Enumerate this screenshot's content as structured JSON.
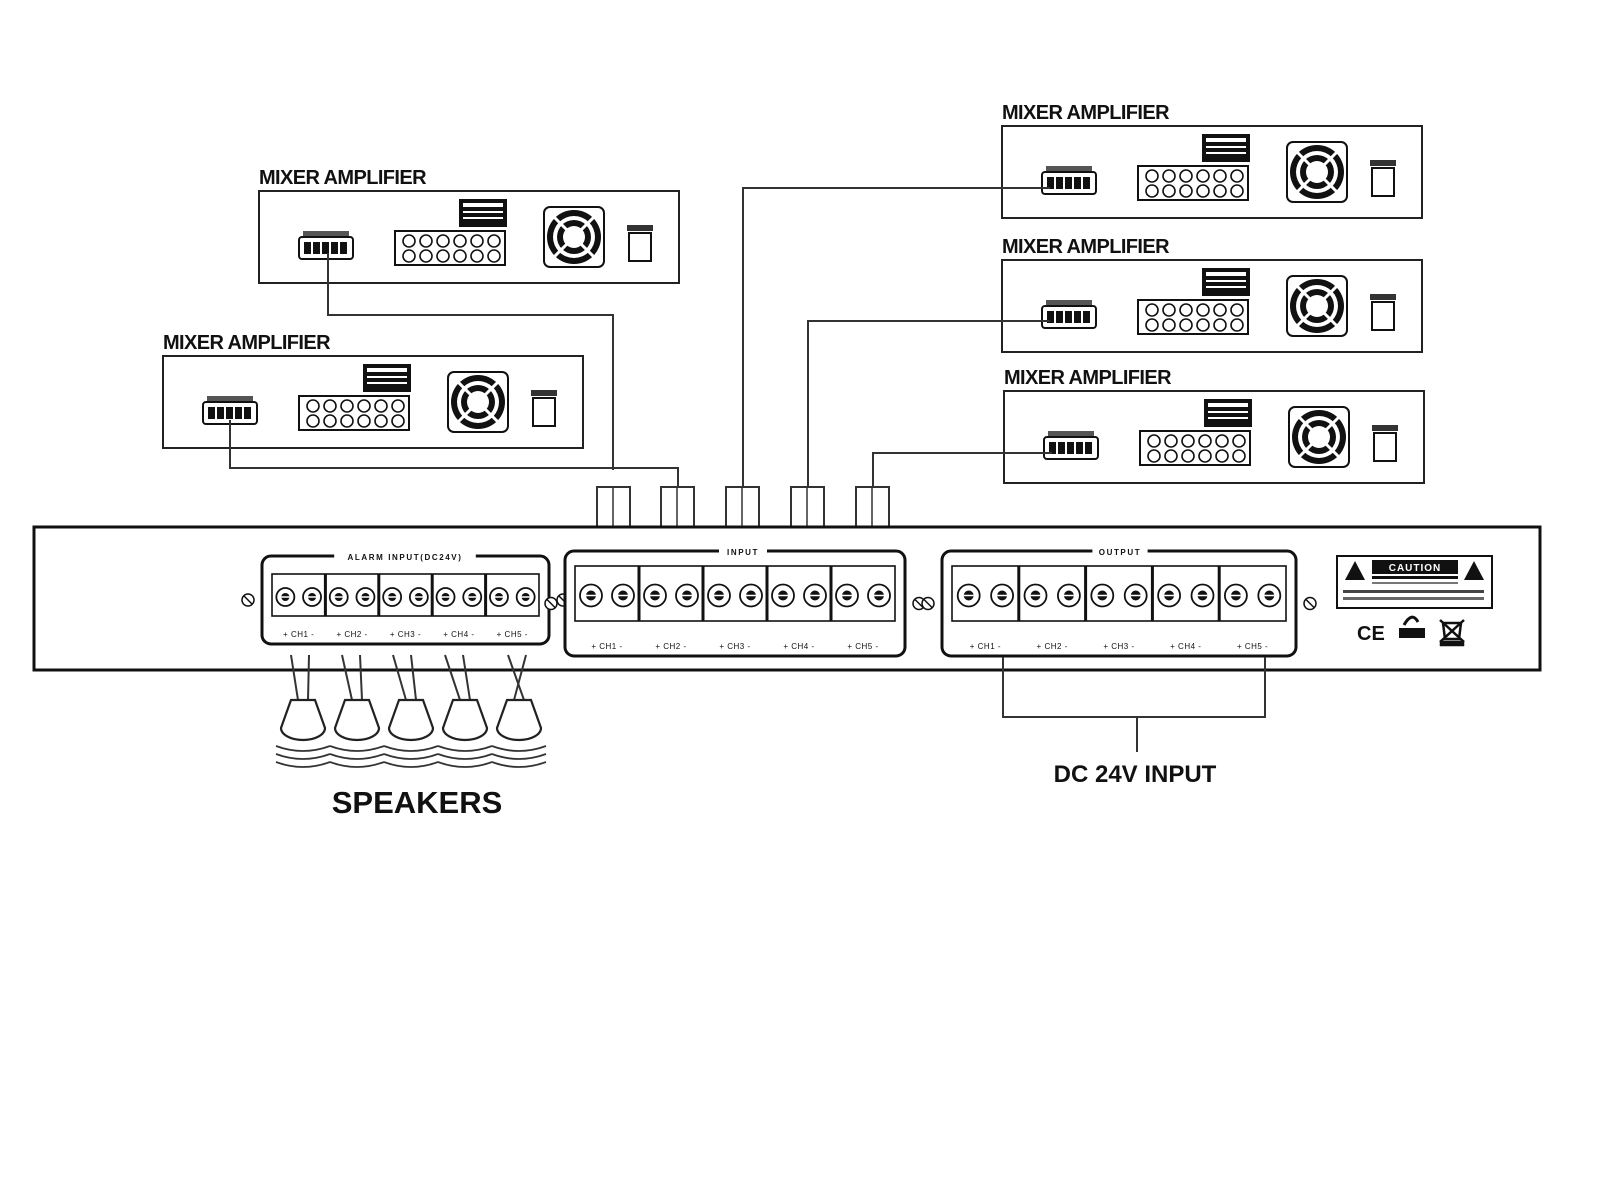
{
  "amplifiers": [
    {
      "title": "MIXER AMPLIFIER"
    },
    {
      "title": "MIXER AMPLIFIER"
    },
    {
      "title": "MIXER AMPLIFIER"
    },
    {
      "title": "MIXER AMPLIFIER"
    },
    {
      "title": "MIXER AMPLIFIER"
    }
  ],
  "unit": {
    "alarm_label": "ALARM INPUT(DC24V)",
    "input_label": "INPUT",
    "output_label": "OUTPUT",
    "channels": [
      "CH1",
      "CH2",
      "CH3",
      "CH4",
      "CH5"
    ],
    "caution": "CAUTION",
    "marks": {
      "ce": "CE",
      "weee": "WEEE"
    }
  },
  "labels": {
    "speakers": "SPEAKERS",
    "dc_input": "DC 24V INPUT"
  }
}
